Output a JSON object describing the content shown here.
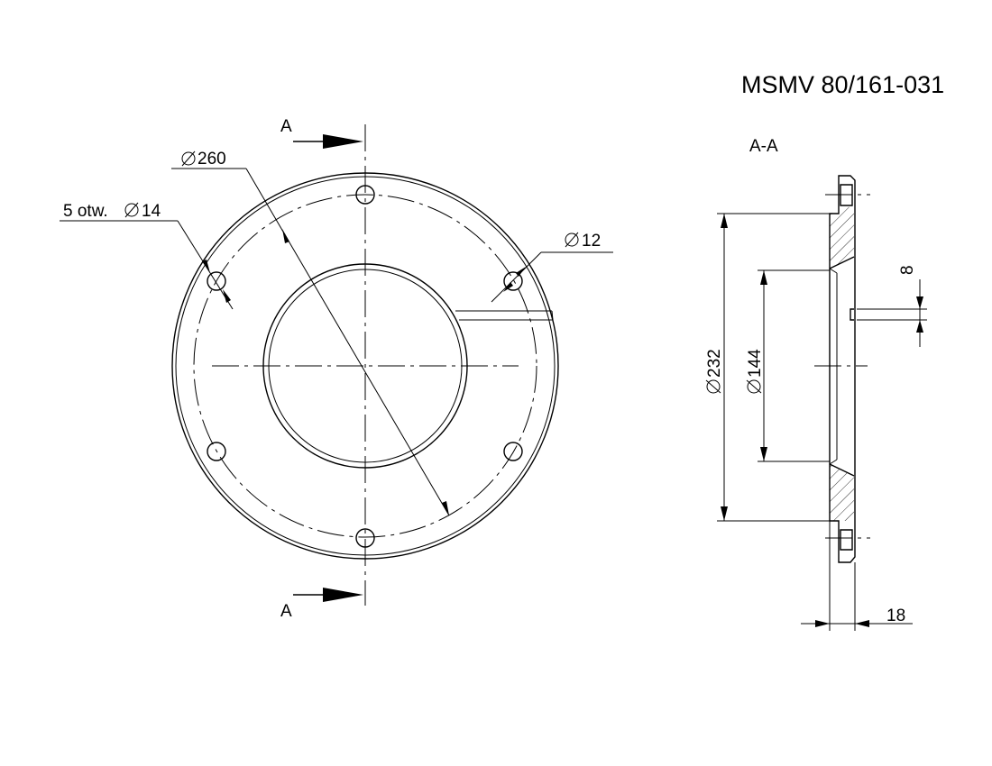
{
  "drawing": {
    "title": "MSMV 80/161-031",
    "section_marker": "A",
    "section_marker_bottom": "A",
    "section_title": "A-A",
    "labels": {
      "outer_diameter": "260",
      "holes": "5 otw.",
      "hole_diameter": "14",
      "small_hole": "12",
      "flange_diameter": "232",
      "bore_diameter": "144",
      "thickness": "18",
      "step": "8"
    },
    "icons": {
      "diameter_symbol": "diameter-symbol-icon",
      "section_arrow": "section-arrow-icon",
      "hatching": "cross-section-hatch"
    }
  }
}
